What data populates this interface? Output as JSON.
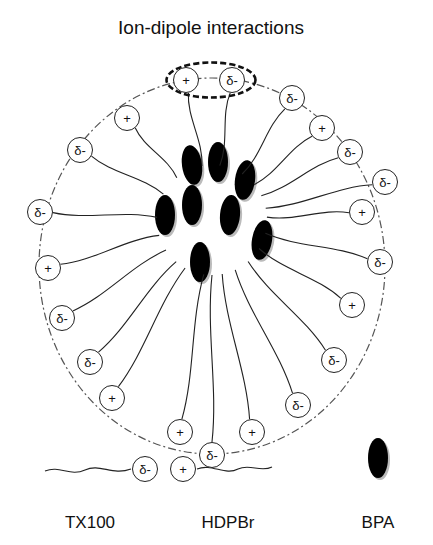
{
  "diagram": {
    "nodes": [
      {
        "text": [
          "Ion-dipole interactions"
        ]
      },
      {
        "text": [
          "+"
        ],
        "in": 0
      },
      {
        "text": [
          "δ-"
        ],
        "in": 0
      },
      {
        "text": [
          "+"
        ]
      },
      {
        "text": [
          "δ-"
        ]
      },
      {
        "text": [
          "δ-"
        ]
      },
      {
        "text": [
          "+"
        ]
      },
      {
        "text": [
          "δ-"
        ]
      },
      {
        "text": [
          "δ-"
        ]
      },
      {
        "text": [
          "+"
        ]
      },
      {
        "text": [
          "δ-"
        ]
      },
      {
        "text": [
          "+"
        ]
      },
      {
        "text": [
          "δ-"
        ]
      },
      {
        "text": [
          "δ-"
        ]
      },
      {
        "text": [
          "+"
        ]
      },
      {
        "text": [
          "δ-"
        ]
      },
      {
        "text": [
          "δ-"
        ]
      },
      {
        "text": [
          "+"
        ]
      },
      {
        "text": [
          "δ-"
        ]
      },
      {
        "text": [
          "+"
        ]
      },
      {
        "text": [
          "δ-"
        ]
      },
      {
        "text": [
          "+"
        ]
      },
      {
        "text": [
          "δ-"
        ]
      },
      {
        "text": [
          "+"
        ]
      }
    ],
    "legend": [
      {
        "text": "TX100"
      },
      {
        "text": "HDPBr"
      },
      {
        "text": "BPA"
      }
    ]
  }
}
